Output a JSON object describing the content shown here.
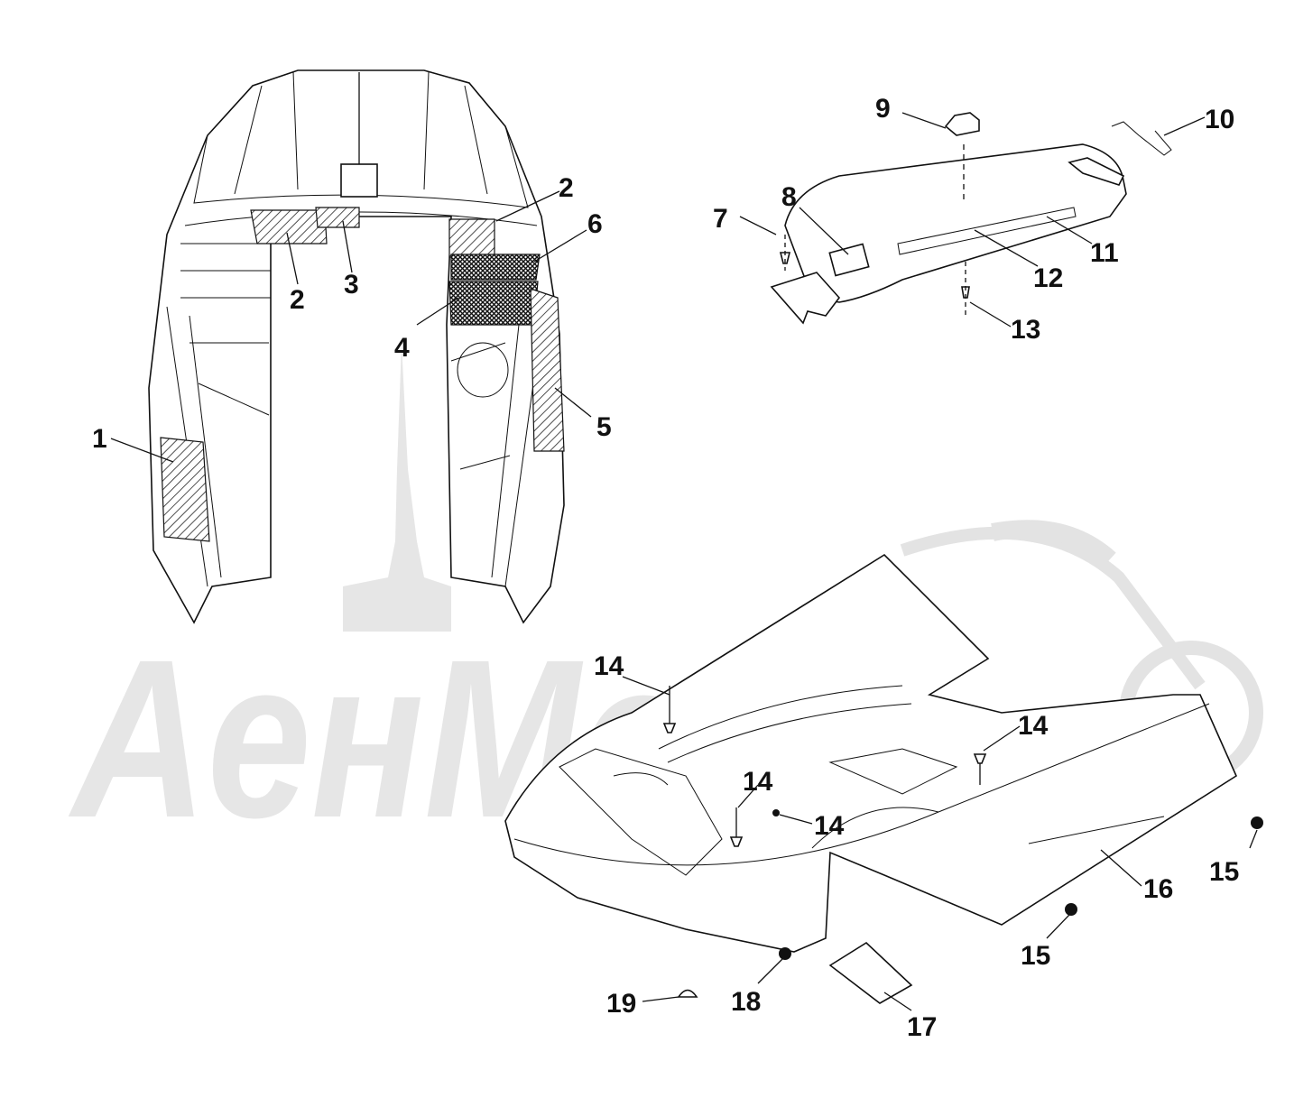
{
  "watermark": {
    "text": "AeнMoтo"
  },
  "callouts": [
    "1",
    "2",
    "2",
    "3",
    "4",
    "5",
    "6",
    "7",
    "8",
    "9",
    "10",
    "11",
    "12",
    "13",
    "14",
    "14",
    "14",
    "14",
    "15",
    "15",
    "16",
    "17",
    "18",
    "19"
  ]
}
